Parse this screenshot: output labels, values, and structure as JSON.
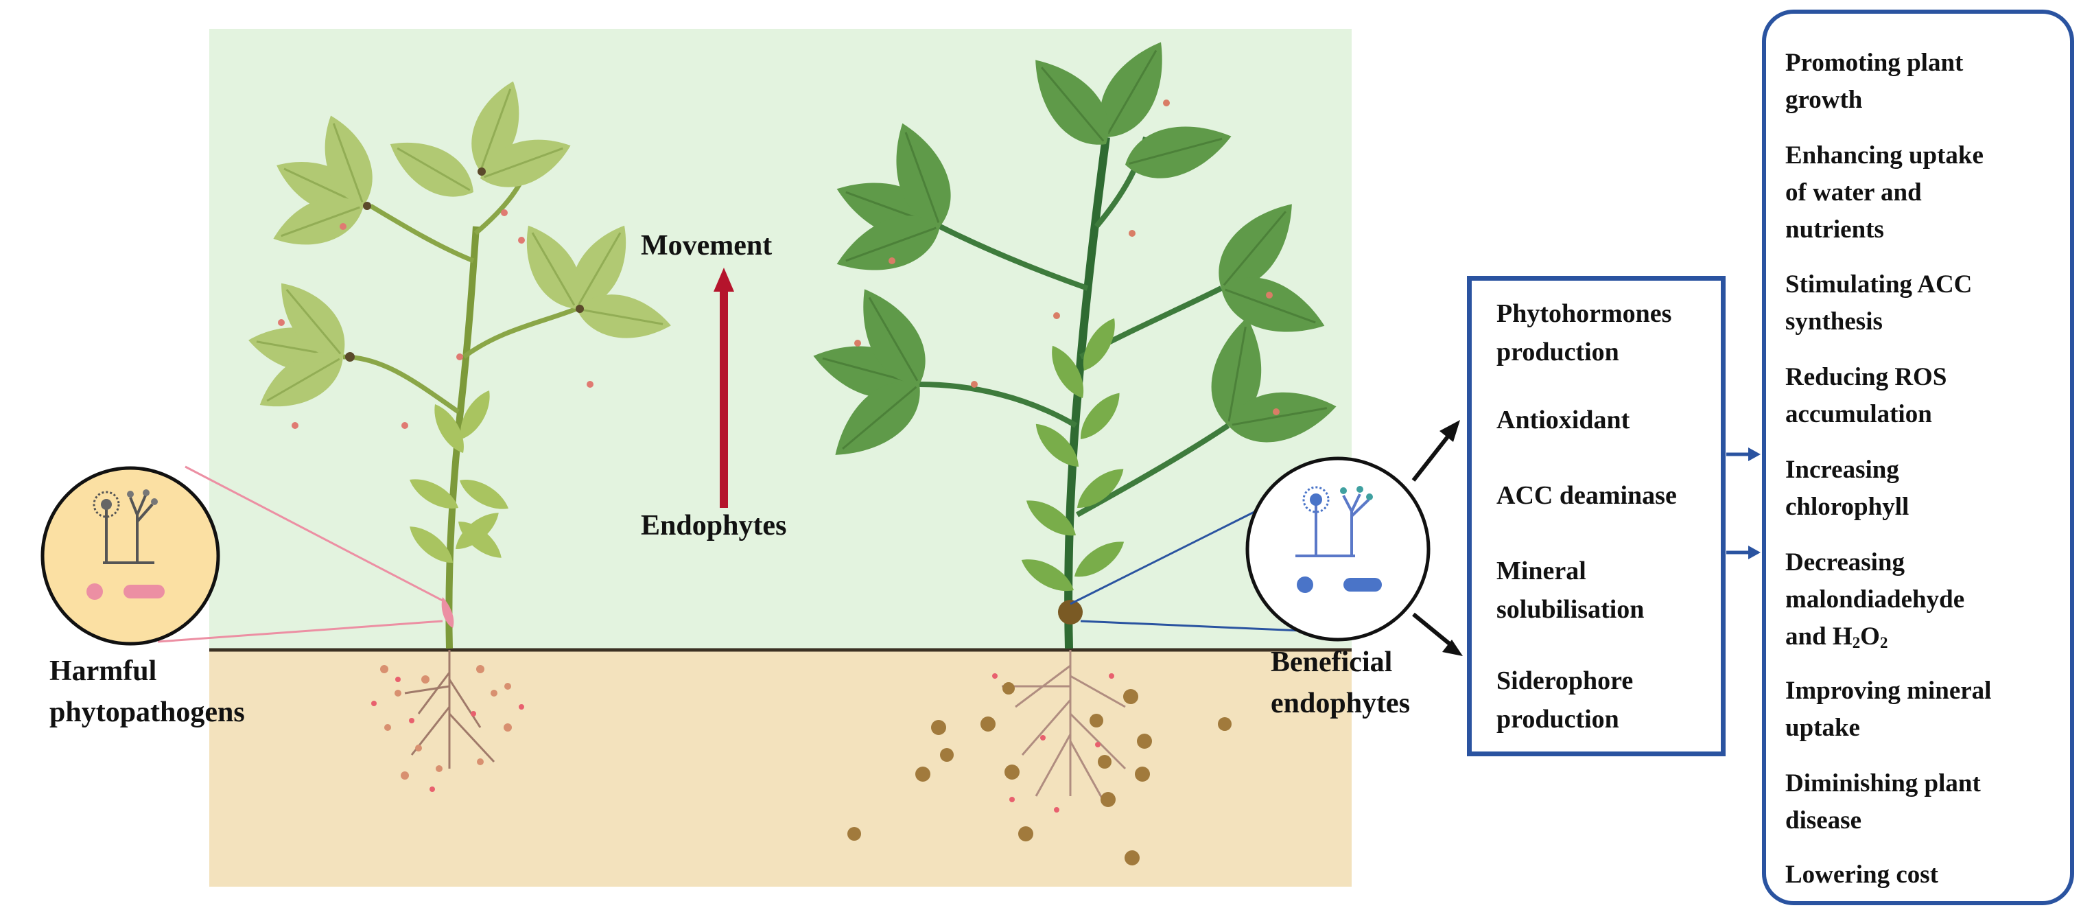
{
  "figure": {
    "harmful_label": [
      "Harmful",
      "phytopathogens"
    ],
    "beneficial_label": [
      "Beneficial",
      "endophytes"
    ],
    "movement_label": "Movement",
    "endophytes_label": "Endophytes",
    "mechanisms": [
      [
        "Phytohormones",
        "production"
      ],
      [
        "Antioxidant"
      ],
      [
        "ACC deaminase"
      ],
      [
        "Mineral",
        "solubilisation"
      ],
      [
        "Siderophore",
        "production"
      ]
    ],
    "effects": [
      [
        "Promoting plant",
        "growth"
      ],
      [
        "Enhancing uptake",
        "of water and",
        "nutrients"
      ],
      [
        "Stimulating ACC",
        "synthesis"
      ],
      [
        "Reducing ROS",
        "accumulation"
      ],
      [
        "Increasing",
        "chlorophyll"
      ],
      [
        "Decreasing",
        "malondiadehyde",
        "and H",
        "2",
        "O",
        "2"
      ],
      [
        "Improving mineral",
        "uptake"
      ],
      [
        "Diminishing plant",
        "disease"
      ],
      [
        "Lowering cost"
      ]
    ],
    "colors": {
      "sky": "#e3f3df",
      "soil": "#f3e2bd",
      "box_border": "#2a53a0",
      "arrow_red": "#b5142c",
      "pathogen_pink": "#ec8fa3",
      "endophyte_blue": "#4a74c8",
      "leaf_light": "#a9c46a",
      "leaf_dark": "#5e9a48"
    }
  }
}
